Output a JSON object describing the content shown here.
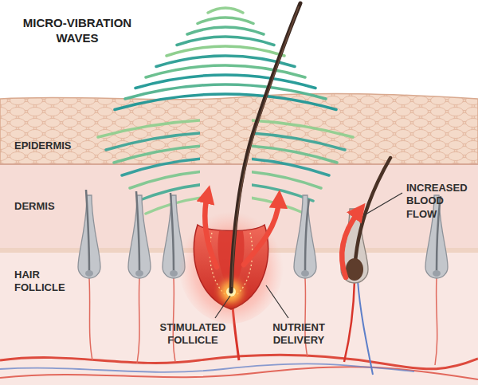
{
  "diagram": {
    "title": "MICRO-VIBRATION WAVES",
    "nodes": [
      {
        "text": [
          "EPIDERMIS"
        ]
      },
      {
        "text": [
          "DERMIS"
        ]
      }
    ],
    "labels": [
      "HAIR FOLLICLE",
      "STIMULATED FOLLICLE",
      "NUTRIENT DELIVERY",
      "INCREASED BLOOD FLOW"
    ]
  }
}
